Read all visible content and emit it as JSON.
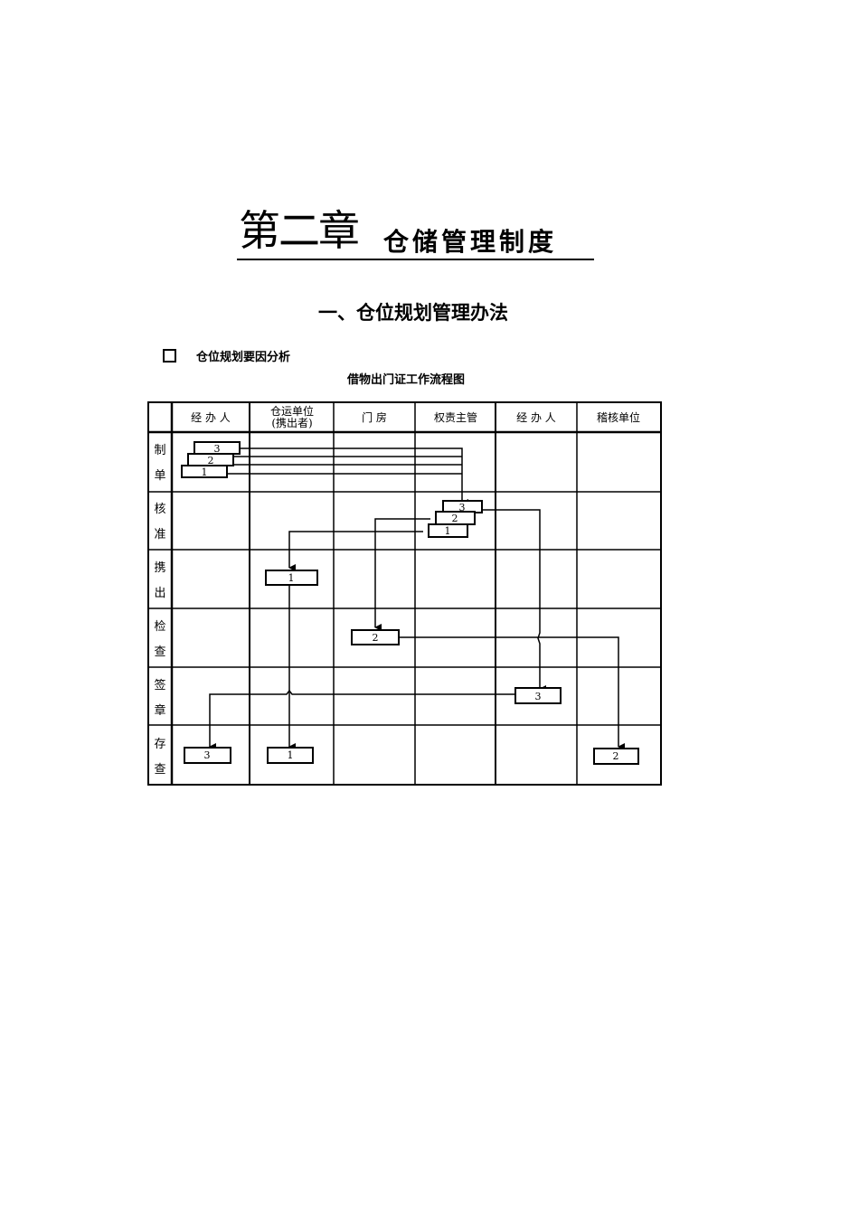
{
  "chapter": {
    "number": "第二章",
    "name": "仓储管理制度"
  },
  "section": {
    "title": "一、仓位规划管理办法"
  },
  "subsection": {
    "checkbox_icon": "empty-square-icon",
    "title": "仓位规划要因分析"
  },
  "flowchart": {
    "title": "借物出门证工作流程图",
    "columns": [
      "经 办 人",
      "仓运单位\n(携出者)",
      "门　　房",
      "权责主管",
      "经 办 人",
      "稽核单位"
    ],
    "column_lines": [
      [
        "经  办  人"
      ],
      [
        "仓运单位",
        "(携出者)"
      ],
      [
        "门      房"
      ],
      [
        "权责主管"
      ],
      [
        "经  办  人"
      ],
      [
        "稽核单位"
      ]
    ],
    "rows": [
      {
        "label": [
          "制",
          "单"
        ]
      },
      {
        "label": [
          "核",
          "准"
        ]
      },
      {
        "label": [
          "携",
          "出"
        ]
      },
      {
        "label": [
          "检",
          "查"
        ]
      },
      {
        "label": [
          "签",
          "章"
        ]
      },
      {
        "label": [
          "存",
          "查"
        ]
      }
    ],
    "boxes": [
      {
        "row": "制单",
        "column": "经办人",
        "copies": [
          "3",
          "2",
          "1"
        ]
      },
      {
        "row": "核准",
        "column": "权责主管",
        "copies": [
          "3",
          "2",
          "1"
        ]
      },
      {
        "row": "携出",
        "column": "仓运单位",
        "label": "1"
      },
      {
        "row": "检查",
        "column": "门房",
        "label": "2"
      },
      {
        "row": "签章",
        "column": "经办人(2)",
        "label": "3"
      },
      {
        "row": "存查",
        "column": "经办人",
        "label": "3"
      },
      {
        "row": "存查",
        "column": "仓运单位",
        "label": "1"
      },
      {
        "row": "存查",
        "column": "稽核单位",
        "label": "2"
      }
    ]
  }
}
